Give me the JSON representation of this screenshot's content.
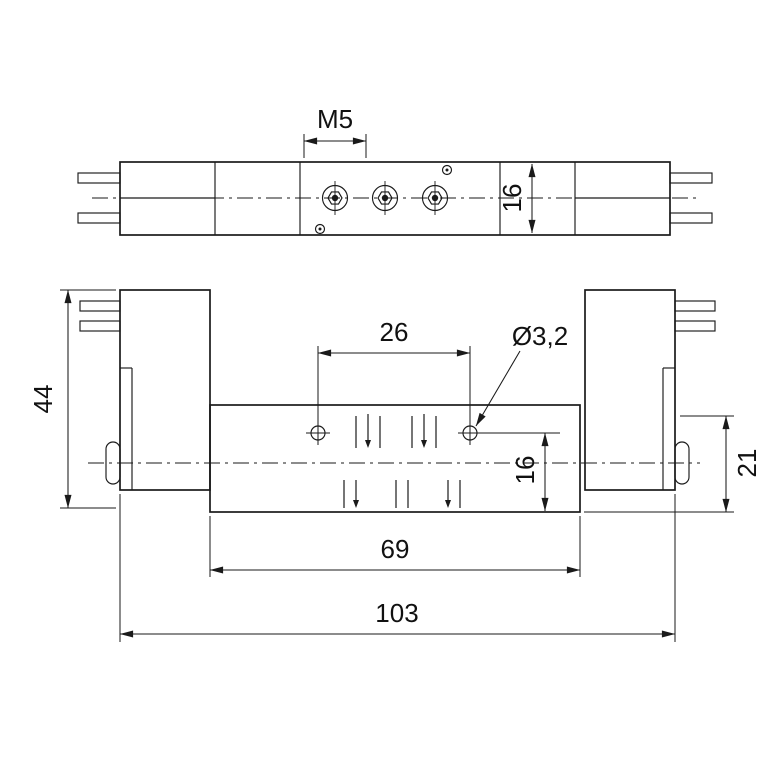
{
  "drawing": {
    "background": "#ffffff",
    "line_color": "#1a1a1a"
  },
  "dimensions": {
    "thread": "M5",
    "top_height": "16",
    "hole_spacing": "26",
    "hole_diameter": "Ø3,2",
    "overall_height": "44",
    "body_height": "16",
    "end_height": "21",
    "body_length": "69",
    "overall_length": "103"
  }
}
